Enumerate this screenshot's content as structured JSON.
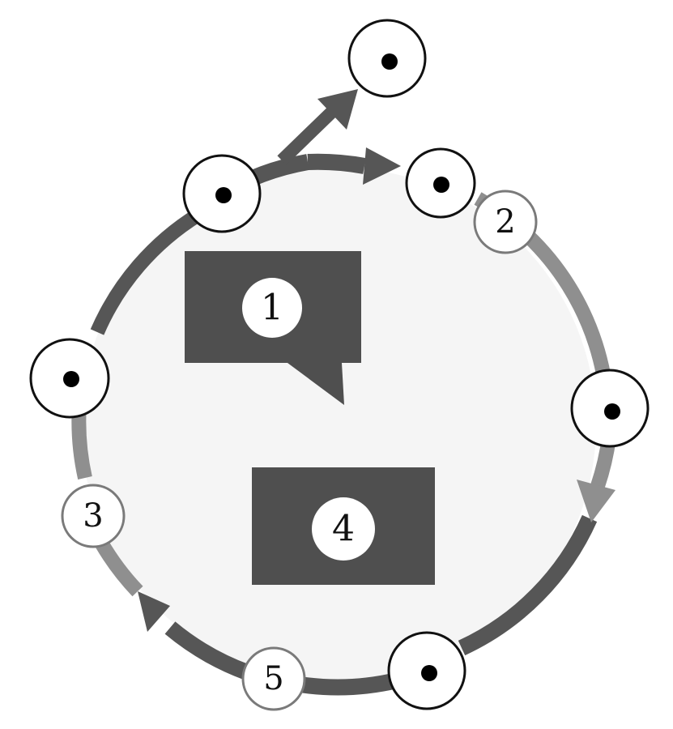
{
  "colors": {
    "ring_dark": "#565656",
    "ring_light": "#8f8f8f",
    "ring_fill": "#f5f5f5",
    "box_fill": "#4f4f4f",
    "node_stroke": "#111111",
    "node_dot": "#000000",
    "label_stroke": "#7a7a7a"
  },
  "labels": {
    "box1": "1",
    "label2": "2",
    "label3": "3",
    "box4": "4",
    "label5": "5"
  }
}
